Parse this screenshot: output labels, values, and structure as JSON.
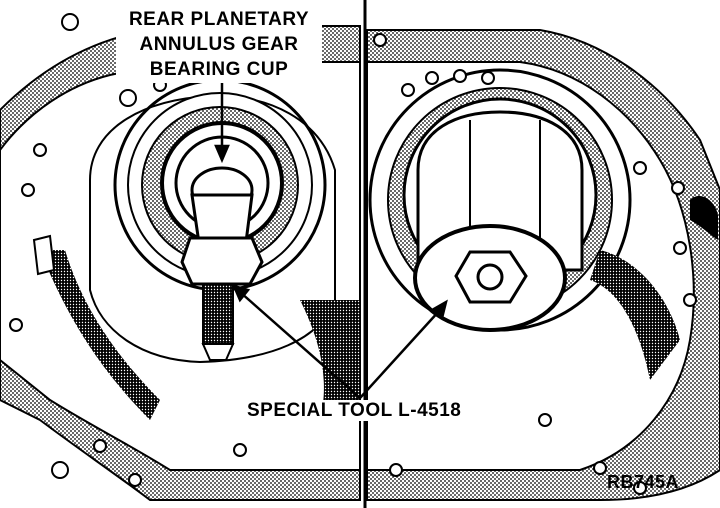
{
  "callouts": {
    "bearing_cup": [
      "REAR PLANETARY",
      "ANNULUS GEAR",
      "BEARING CUP"
    ],
    "special_tool": "SPECIAL TOOL L-4518"
  },
  "figure_id": "RB745A"
}
